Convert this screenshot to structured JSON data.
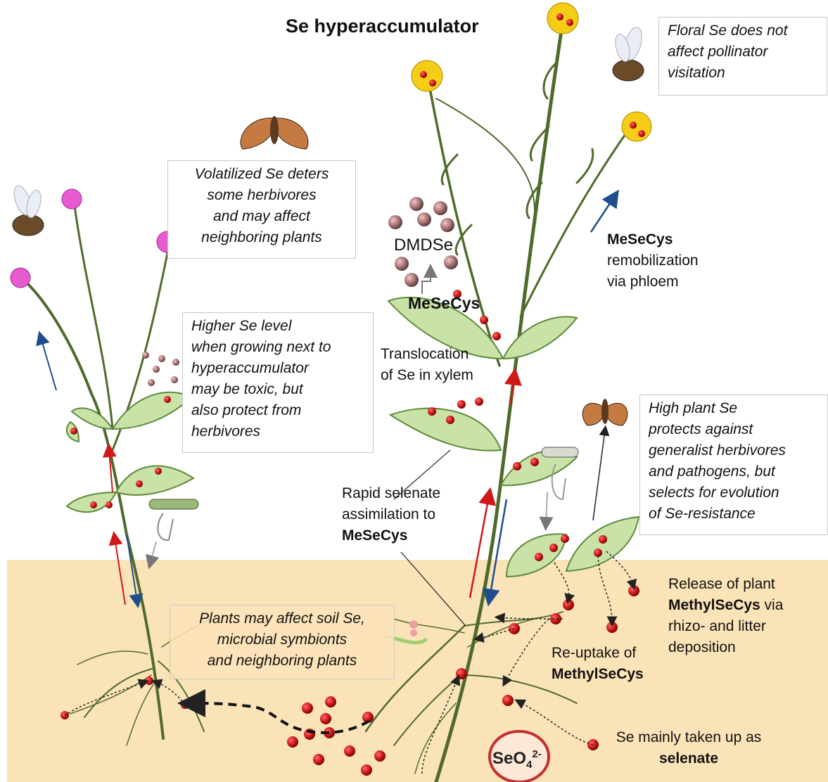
{
  "title": "Se hyperaccumulator",
  "colors": {
    "soil": "#fbe3b8",
    "leaf": "#c8e2a8",
    "leaf_edge": "#5e8a3a",
    "stem": "#4f6b2c",
    "selenium": "#d01818",
    "xylem_arrow": "#d01818",
    "phloem_arrow": "#1f4e8c",
    "flower_yellow": "#f5cc16",
    "flower_pink": "#e85ad0"
  },
  "boxes": {
    "floral": [
      "Floral Se does not",
      "affect pollinator",
      "visitation"
    ],
    "volatilized": [
      "Volatilized Se deters",
      "some herbivores",
      "and may affect",
      "neighboring plants"
    ],
    "higher_se": [
      "Higher Se level",
      "when growing next to",
      "hyperaccumulator",
      "may be toxic, but",
      "also protect from",
      "herbivores"
    ],
    "high_plant": [
      "High plant Se",
      "protects against",
      "generalist herbivores",
      "and pathogens, but",
      "selects for evolution",
      "of Se-resistance"
    ],
    "soil_effect": [
      "Plants may affect soil Se,",
      "microbial symbionts",
      "and neighboring plants"
    ]
  },
  "labels": {
    "dmdse": "DMDSe",
    "mesecys_leaf": "MeSeCys",
    "remob_bold": "MeSeCys",
    "remob_1": "remobilization",
    "remob_2": "via phloem",
    "transloc_1": "Translocation",
    "transloc_2": "of Se in xylem",
    "rapid_1": "Rapid selenate",
    "rapid_2": "assimilation to",
    "rapid_bold": "MeSeCys",
    "release_1": "Release of plant",
    "release_bold": "MethylSeCys",
    "release_via": " via",
    "release_3": "rhizo- and litter",
    "release_4": "deposition",
    "reuptake_1": "Re-uptake of",
    "reuptake_bold": "MethylSeCys",
    "uptake_1": "Se mainly taken up as",
    "uptake_bold": "selenate",
    "seo4_base": "SeO",
    "seo4_sub": "4",
    "seo4_sup": "2-"
  }
}
